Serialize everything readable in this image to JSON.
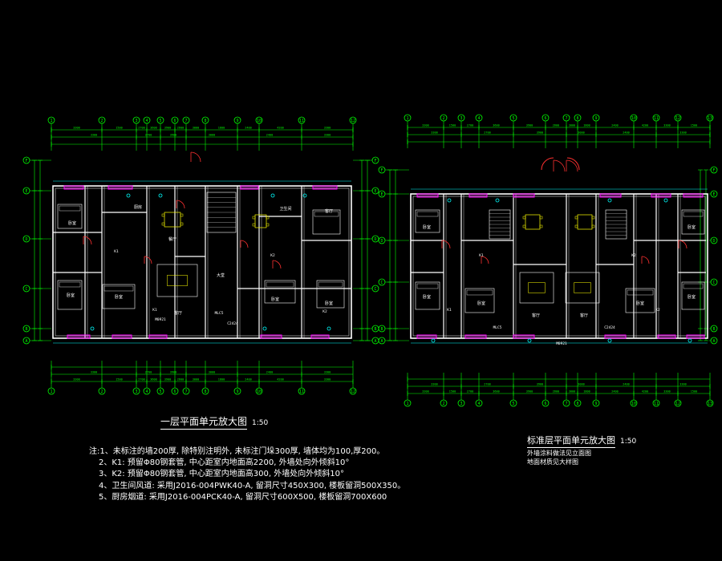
{
  "drawing": {
    "left_title": "一层平面单元放大图",
    "left_scale": "1:50",
    "right_title": "标准层平面单元放大图",
    "right_scale": "1:50",
    "right_notes": [
      "外墙涂料做法见立面图",
      "地面材质见大样图"
    ],
    "notes": [
      "注:1、未标注的墙200厚, 除特别注明外, 未标注门垛300厚, 墙体均为100,厚200。",
      "2、K1: 预留Φ80钢套管, 中心距室内地面高2200, 外墙处向外倾斜10°",
      "3、K2: 预留Φ80钢套管, 中心距室内地面高300, 外墙处向外倾斜10°",
      "4、卫生间风道: 采用J2016-004PWK40-A, 留洞尺寸450X300, 楼板留洞500X350。",
      "5、厨房烟道: 采用J2016-004PCK40-A, 留洞尺寸600X500, 楼板留洞700X600"
    ],
    "left_axes_top": [
      "1",
      "2",
      "3",
      "4",
      "5",
      "6",
      "7",
      "8",
      "9",
      "10",
      "11",
      "12"
    ],
    "right_axes_top": [
      "1",
      "2",
      "3",
      "4",
      "5",
      "6",
      "7",
      "8",
      "9",
      "10",
      "11",
      "12",
      "13"
    ],
    "left_axes_side": [
      "F",
      "E",
      "D",
      "C",
      "B",
      "A"
    ],
    "right_axes_side": [
      "F",
      "E",
      "D",
      "C",
      "B",
      "A"
    ],
    "left_room_labels": [
      "卧室",
      "卧室",
      "卧室",
      "厨房",
      "餐厅",
      "客厅",
      "大堂",
      "卫生间",
      "卧室",
      "卧室",
      "客厅"
    ],
    "right_room_labels": [
      "卧室",
      "卧室",
      "卧室",
      "客厅",
      "客厅",
      "卧室",
      "卧室",
      "卧室"
    ],
    "dim_strings": [
      "3300",
      "1500",
      "2700",
      "3600",
      "3900",
      "2600",
      "3000",
      "1800",
      "2400",
      "4200"
    ],
    "tags": [
      "K1",
      "K2",
      "K1",
      "K2",
      "MLC5",
      "C2424",
      "M0921"
    ],
    "colors": {
      "background": "#000000",
      "wall": "#ffffff",
      "axis": "#00ff00",
      "dimension": "#00ff00",
      "window": "#ff00ff",
      "door": "#ff3030",
      "furniture": "#ffff00",
      "cyan": "#00ffff",
      "text": "#ffffff"
    }
  }
}
